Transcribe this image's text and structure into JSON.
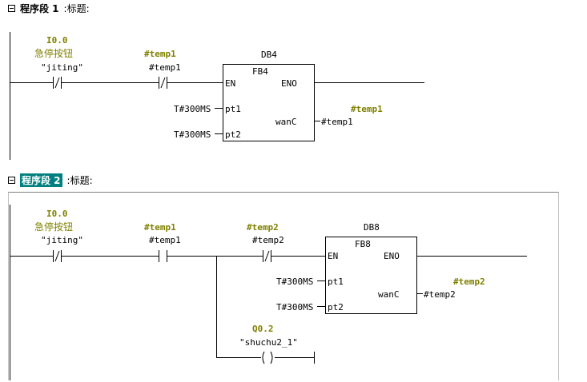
{
  "network1": {
    "label": "程序段 1",
    "title_suffix": ":标题:",
    "contact1": {
      "address": "I0.0",
      "comment": "急停按钮",
      "symbol": "\"jiting\""
    },
    "contact2": {
      "address": "#temp1",
      "symbol": "#temp1"
    },
    "block": {
      "instance": "DB4",
      "type": "FB4",
      "en": "EN",
      "eno": "ENO",
      "in1": "pt1",
      "in2": "pt2",
      "out": "wanC",
      "in1_val": "T#300MS",
      "in2_val": "T#300MS",
      "out_addr": "#temp1",
      "out_sym": "#temp1"
    }
  },
  "network2": {
    "label": "程序段 2",
    "title_suffix": ":标题:",
    "contact1": {
      "address": "I0.0",
      "comment": "急停按钮",
      "symbol": "\"jiting\""
    },
    "contact2": {
      "address": "#temp1",
      "symbol": "#temp1"
    },
    "contact3": {
      "address": "#temp2",
      "symbol": "#temp2"
    },
    "block": {
      "instance": "DB8",
      "type": "FB8",
      "en": "EN",
      "eno": "ENO",
      "in1": "pt1",
      "in2": "pt2",
      "out": "wanC",
      "in1_val": "T#300MS",
      "in2_val": "T#300MS",
      "out_addr": "#temp2",
      "out_sym": "#temp2"
    },
    "coil": {
      "address": "Q0.2",
      "symbol": "\"shuchu2_1\"",
      "glyph": "( )"
    }
  }
}
